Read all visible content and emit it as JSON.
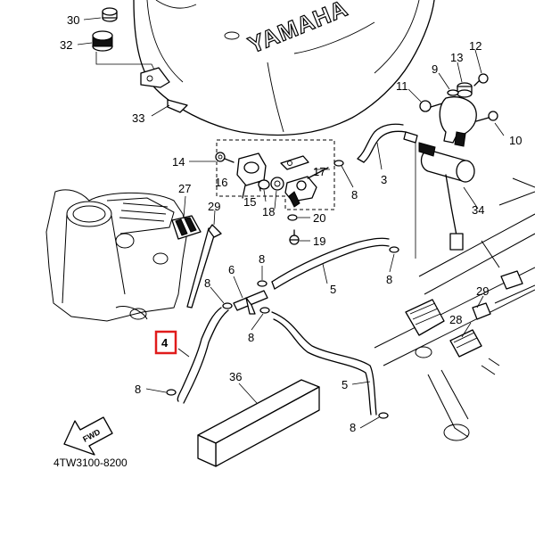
{
  "brand_text": "YAMAHA",
  "diagram_code": "4TW3100-8200",
  "direction_mark": "FWD",
  "highlighted_part": "4",
  "highlight_color": "#e01b1b",
  "callouts": [
    "30",
    "32",
    "33",
    "12",
    "13",
    "9",
    "11",
    "10",
    "14",
    "16",
    "15",
    "17",
    "18",
    "20",
    "19",
    "3",
    "34",
    "27",
    "29",
    "8",
    "6",
    "5",
    "36",
    "28"
  ]
}
